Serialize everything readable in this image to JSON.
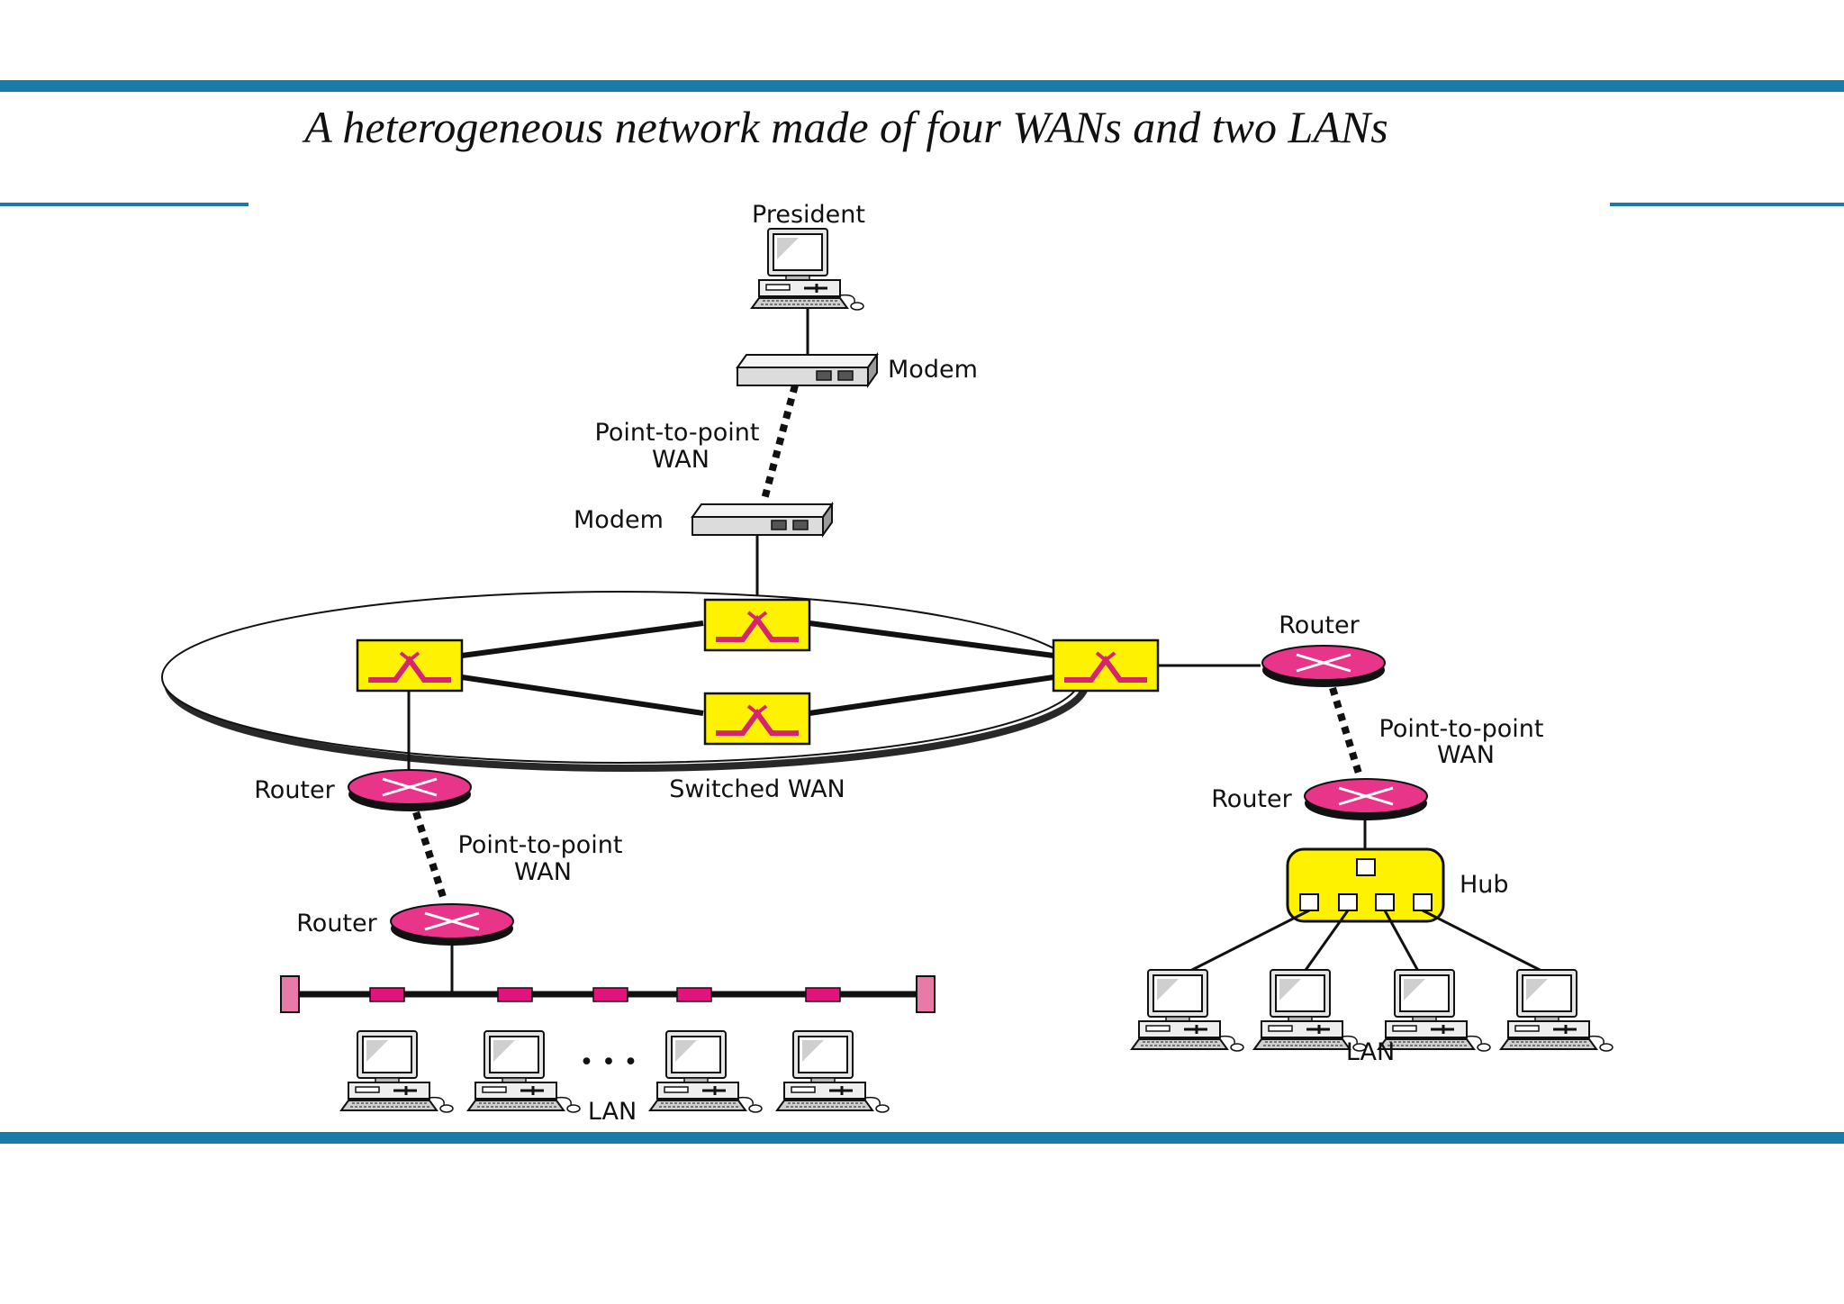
{
  "title": "A heterogeneous network made of four WANs and two LANs",
  "labels": {
    "president": "President",
    "modem_top": "Modem",
    "modem_bottom": "Modem",
    "p2p_top_l1": "Point-to-point",
    "p2p_top_l2": "WAN",
    "switched_wan": "Switched WAN",
    "router_right_top": "Router",
    "p2p_right_l1": "Point-to-point",
    "p2p_right_l2": "WAN",
    "router_right_bottom": "Router",
    "hub": "Hub",
    "lan_right": "LAN",
    "router_left_top": "Router",
    "p2p_left_l1": "Point-to-point",
    "p2p_left_l2": "WAN",
    "router_left_bottom": "Router",
    "ellipsis": "• • •",
    "lan_left": "LAN"
  },
  "colors": {
    "accent_rule": "#1a7ba8",
    "switch_fill": "#fff200",
    "switch_symbol": "#d6246e",
    "router_fill": "#e8358a",
    "hub_fill": "#fff200",
    "tap_fill": "#e0147a",
    "terminator_fill": "#e87aa8"
  }
}
